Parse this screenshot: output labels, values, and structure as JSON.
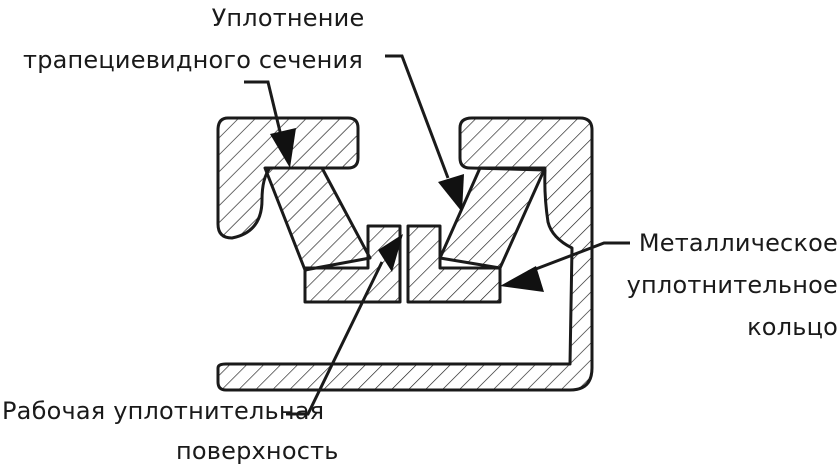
{
  "labels": {
    "trapezoid_seal": [
      "Уплотнение",
      "трапециевидного сечения"
    ],
    "metal_ring": [
      "Металлическое",
      "уплотнительное",
      "кольцо"
    ],
    "working_surface": [
      "Рабочая уплотнительная",
      "поверхность"
    ]
  },
  "colors": {
    "line": "#1a1a1a",
    "background": "#ffffff"
  }
}
